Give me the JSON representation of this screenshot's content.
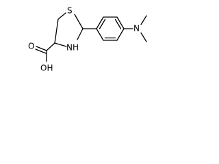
{
  "atoms": {
    "sulfur": "S",
    "ring_nitrogen": "NH",
    "hydroxyl": "OH",
    "carbonyl_oxygen": "O",
    "amine_nitrogen": "N"
  }
}
